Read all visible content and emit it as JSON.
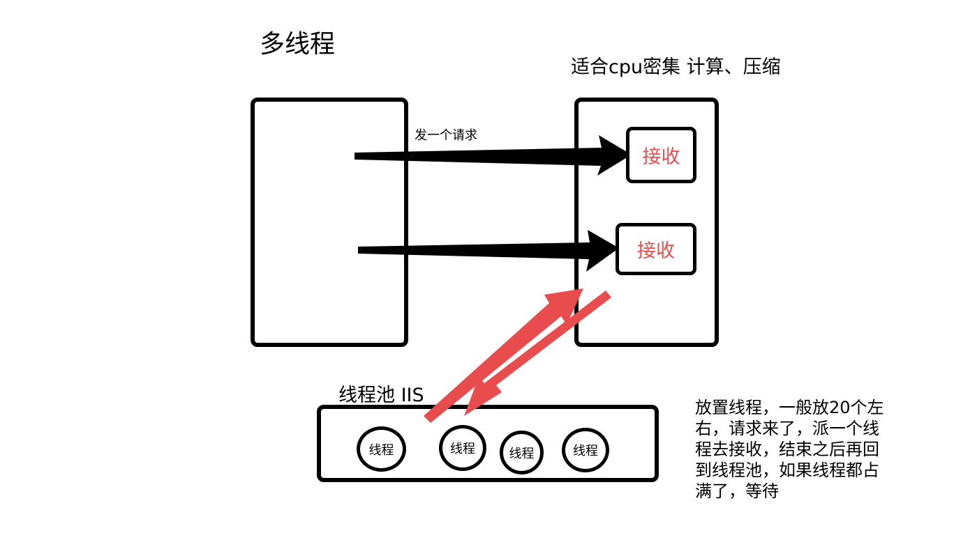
{
  "diagram": {
    "title": "多线程",
    "subtitle": "适合cpu密集  计算、压缩",
    "request_label": "发一个请求",
    "receivers": [
      {
        "label": "接收"
      },
      {
        "label": "接收"
      }
    ],
    "pool": {
      "title": "线程池 IIS",
      "threads": [
        {
          "label": "线程"
        },
        {
          "label": "线程"
        },
        {
          "label": "线程"
        },
        {
          "label": "线程"
        }
      ]
    },
    "note": "放置线程，一般放20个左右，请求来了，派一个线程去接收，结束之后再回到线程池，如果线程都占满了，等待"
  },
  "colors": {
    "line": "#000000",
    "accent": "#e84c4c",
    "background": "#ffffff"
  }
}
